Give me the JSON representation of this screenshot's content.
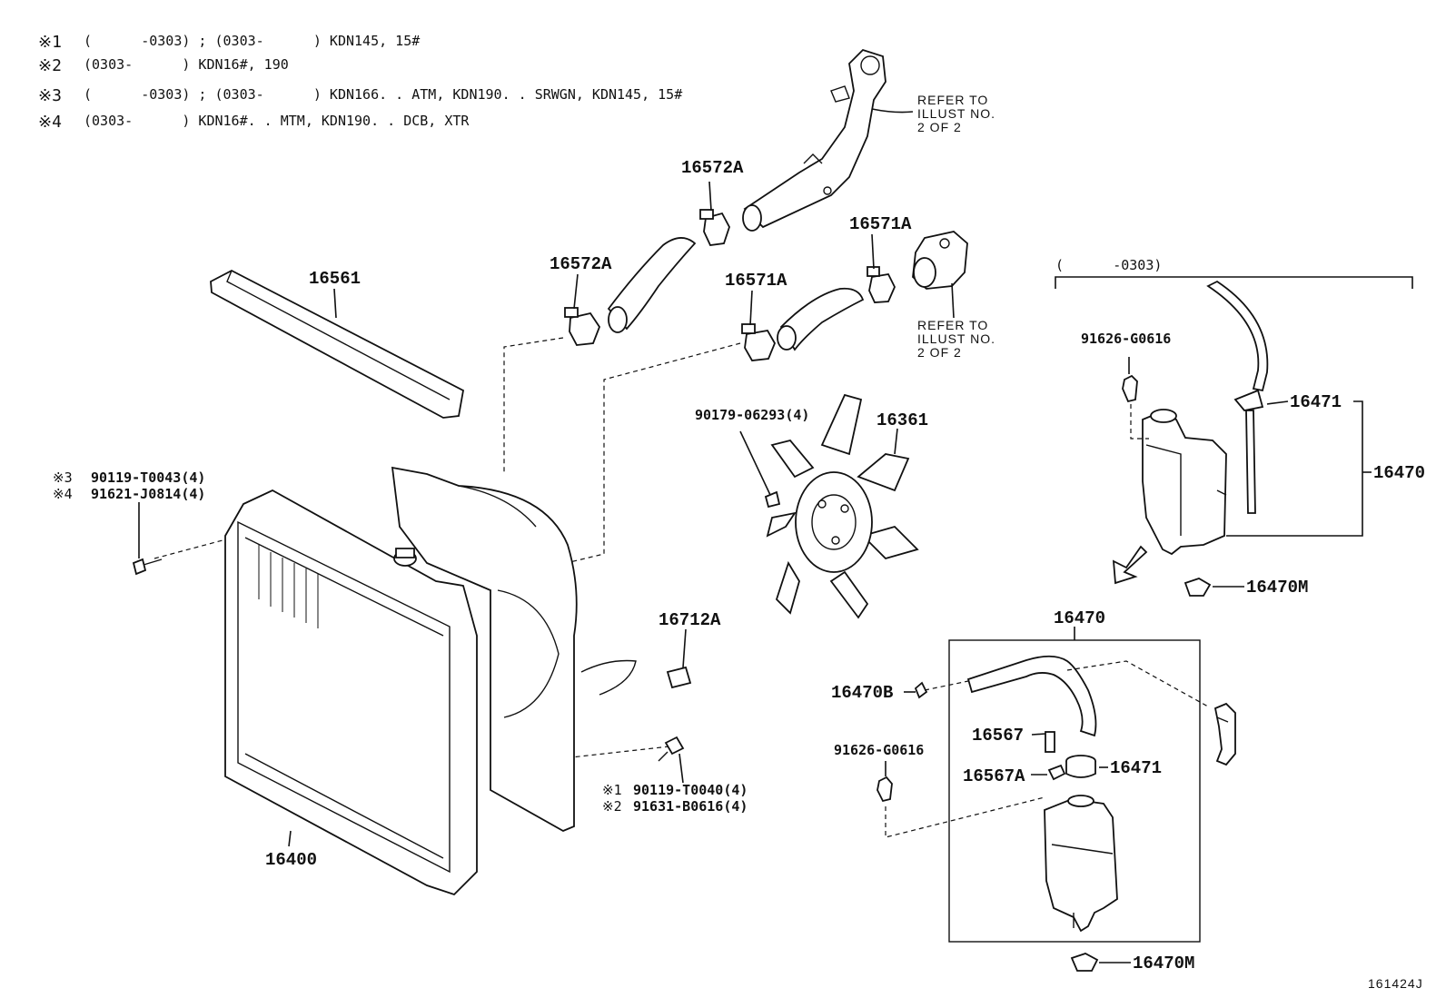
{
  "notes": [
    {
      "mark": "※1",
      "text": "(      -0303) ; (0303-      ) KDN145, 15#"
    },
    {
      "mark": "※2",
      "text": "(0303-      ) KDN16#, 190"
    },
    {
      "mark": "※3",
      "text": "(      -0303) ; (0303-      ) KDN166. . ATM, KDN190. . SRWGN, KDN145, 15#"
    },
    {
      "mark": "※4",
      "text": "(0303-      ) KDN16#. . MTM, KDN190. . DCB, XTR"
    }
  ],
  "refer": {
    "upper": [
      "REFER TO",
      "ILLUST NO.",
      "2 OF 2"
    ],
    "lower": [
      "REFER TO",
      "ILLUST NO.",
      "2 OF 2"
    ]
  },
  "bracket_label": "(      -0303)",
  "parts": {
    "p16561": "16561",
    "p16572A_top": "16572A",
    "p16572A_left": "16572A",
    "p16571A_right": "16571A",
    "p16571A_mid": "16571A",
    "p16361": "16361",
    "p90179": "90179-06293(4)",
    "p16712A": "16712A",
    "p16400": "16400",
    "bolt_note1_mark": "※3",
    "bolt_note1": "90119-T0043(4)",
    "bolt_note2_mark": "※4",
    "bolt_note2": "91621-J0814(4)",
    "bolt_lower1_mark": "※1",
    "bolt_lower1": "90119-T0040(4)",
    "bolt_lower2_mark": "※2",
    "bolt_lower2": "91631-B0616(4)",
    "p91626_upper": "91626-G0616",
    "p16471_upper": "16471",
    "p16470_upper": "16470",
    "p16470M_upper": "16470M",
    "p16470_lower": "16470",
    "p16470B": "16470B",
    "p16567": "16567",
    "p91626_lower": "91626-G0616",
    "p16567A": "16567A",
    "p16471_lower": "16471",
    "p16470M_lower": "16470M"
  },
  "diagram_id": "161424J"
}
